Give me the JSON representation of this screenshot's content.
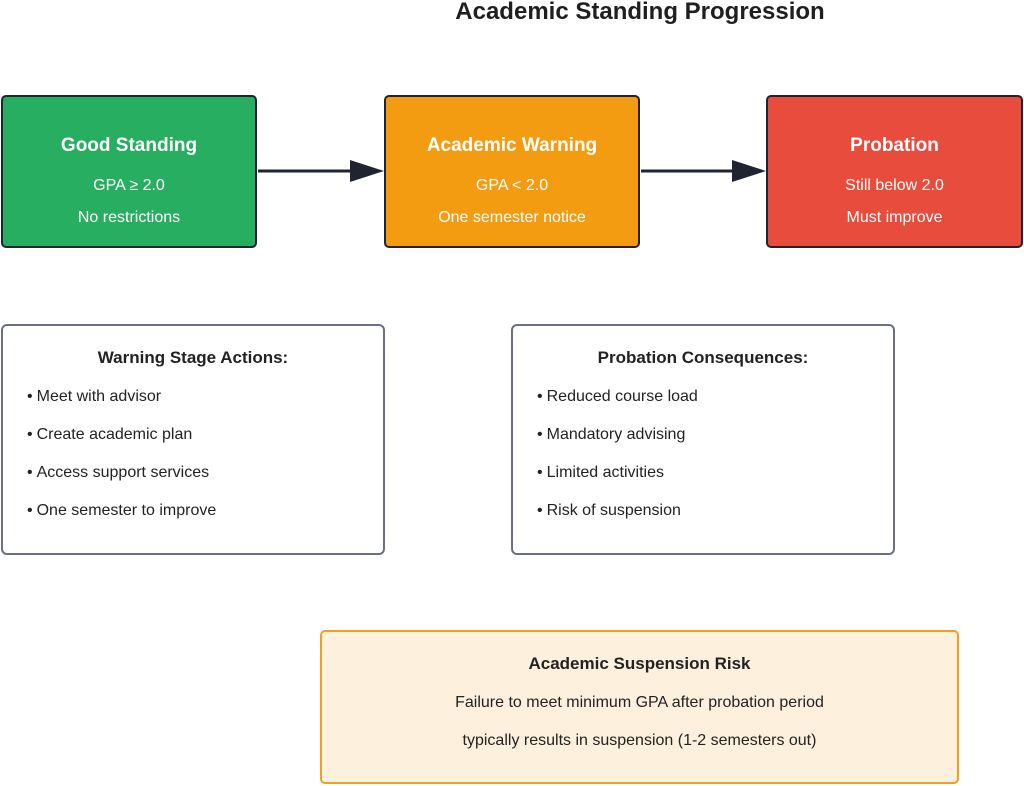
{
  "title": "Academic Standing Progression",
  "stages": [
    {
      "name": "Good Standing",
      "line1": "GPA ≥ 2.0",
      "line2": "No restrictions",
      "color": "#27ae60"
    },
    {
      "name": "Academic Warning",
      "line1": "GPA < 2.0",
      "line2": "One semester notice",
      "color": "#f39c12"
    },
    {
      "name": "Probation",
      "line1": "Still below 2.0",
      "line2": "Must improve",
      "color": "#e74c3c"
    }
  ],
  "warning_actions": {
    "heading": "Warning Stage Actions:",
    "items": [
      "Meet with advisor",
      "Create academic plan",
      "Access support services",
      "One semester to improve"
    ]
  },
  "probation_consequences": {
    "heading": "Probation Consequences:",
    "items": [
      "Reduced course load",
      "Mandatory advising",
      "Limited activities",
      "Risk of suspension"
    ]
  },
  "suspension_risk": {
    "heading": "Academic Suspension Risk",
    "line1": "Failure to meet minimum GPA after probation period",
    "line2": "typically results in suspension (1-2 semesters out)",
    "border_color": "#f0a020",
    "background_color": "#fdf1dd"
  },
  "arrow_color": "#1f2430"
}
